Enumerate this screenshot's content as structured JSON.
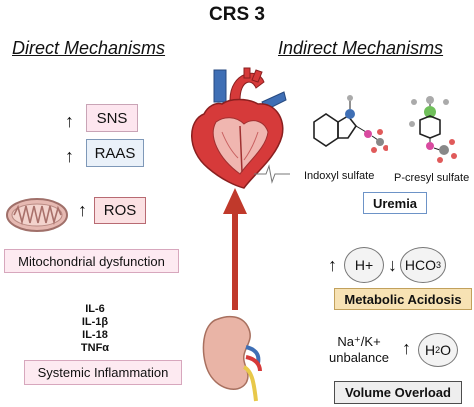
{
  "title": "CRS 3",
  "direct": {
    "heading": "Direct Mechanisms",
    "sns": "SNS",
    "raas": "RAAS",
    "ros": "ROS",
    "mito_label": "Mitochondrial dysfunction",
    "cytokines": [
      "IL-6",
      "IL-1β",
      "IL-18",
      "TNFα"
    ],
    "inflammation_label": "Systemic Inflammation"
  },
  "indirect": {
    "heading": "Indirect Mechanisms",
    "indoxyl": "Indoxyl sulfate",
    "pcresyl": "P-cresyl sulfate",
    "uremia": "Uremia",
    "h_plus": "H+",
    "hco3": "HCO",
    "hco3_sub": "3",
    "acidosis": "Metabolic Acidosis",
    "na_k_line1": "Na⁺/K+",
    "na_k_line2": "unbalance",
    "h2o": "H",
    "h2o_sub": "2",
    "h2o_end": "O",
    "volume": "Volume Overload"
  },
  "colors": {
    "arrow_red": "#c0392b",
    "heart_red": "#d63a3a",
    "vessel_blue": "#3f6fb5"
  }
}
